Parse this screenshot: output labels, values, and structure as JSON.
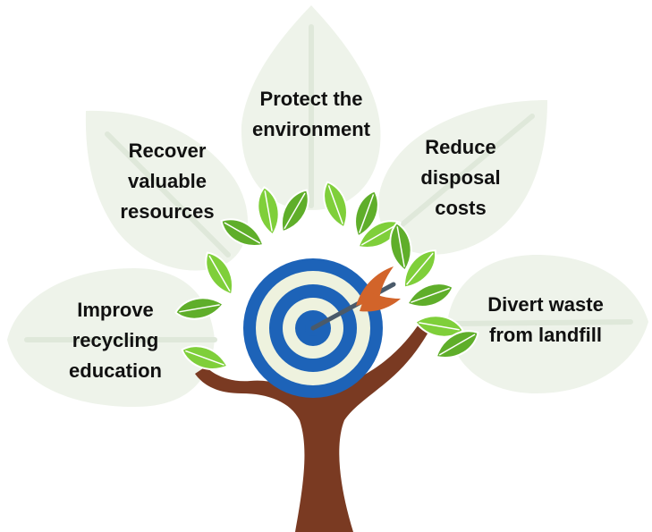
{
  "goals": [
    {
      "id": "improve-recycling-education",
      "lines": [
        "Improve",
        "recycling",
        "education"
      ]
    },
    {
      "id": "recover-valuable-resources",
      "lines": [
        "Recover",
        "valuable",
        "resources"
      ]
    },
    {
      "id": "protect-the-environment",
      "lines": [
        "Protect the",
        "environment"
      ]
    },
    {
      "id": "reduce-disposal-costs",
      "lines": [
        "Reduce",
        "disposal",
        "costs"
      ]
    },
    {
      "id": "divert-waste-from-landfill",
      "lines": [
        "Divert waste",
        "from landfill"
      ]
    }
  ],
  "colors": {
    "big_leaf_fill": "#eef3ea",
    "big_leaf_vein": "#dfe8da",
    "small_leaf": "#5fae2a",
    "small_leaf_light": "#7fcf3a",
    "trunk": "#7a3a22",
    "target_blue": "#1d63b8",
    "target_cream": "#eef2de",
    "arrow_shaft": "#4a5a6a",
    "arrow_fletch": "#d2642a"
  },
  "icons": {
    "center": "target-icon",
    "pointer": "arrow-icon",
    "plant": "tree-icon"
  }
}
